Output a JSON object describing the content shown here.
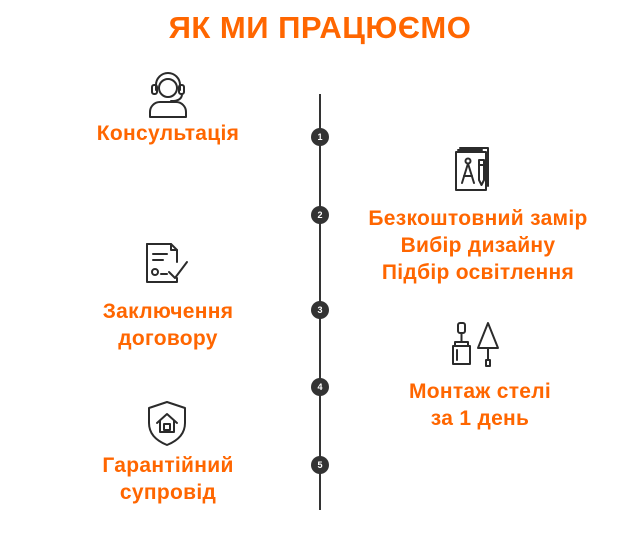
{
  "theme": {
    "accent": "#ff6600",
    "line": "#333333",
    "icon": "#2b2b2b"
  },
  "header": {
    "title": "ЯК МИ ПРАЦЮЄМО"
  },
  "timeline": {
    "numbers": [
      "1",
      "2",
      "3",
      "4",
      "5"
    ]
  },
  "steps": [
    {
      "lines": [
        "Консультація"
      ],
      "icon": "headset-support-icon"
    },
    {
      "lines": [
        "Безкоштовний замір",
        "Вибір дизайну",
        "Підбір освітлення"
      ],
      "icon": "drafting-tools-icon"
    },
    {
      "lines": [
        "Заключення",
        "договору"
      ],
      "icon": "contract-document-icon"
    },
    {
      "lines": [
        "Монтаж стелі",
        "за 1 день"
      ],
      "icon": "paint-brush-trowel-icon"
    },
    {
      "lines": [
        "Гарантійний",
        "супровід"
      ],
      "icon": "home-shield-icon"
    }
  ]
}
